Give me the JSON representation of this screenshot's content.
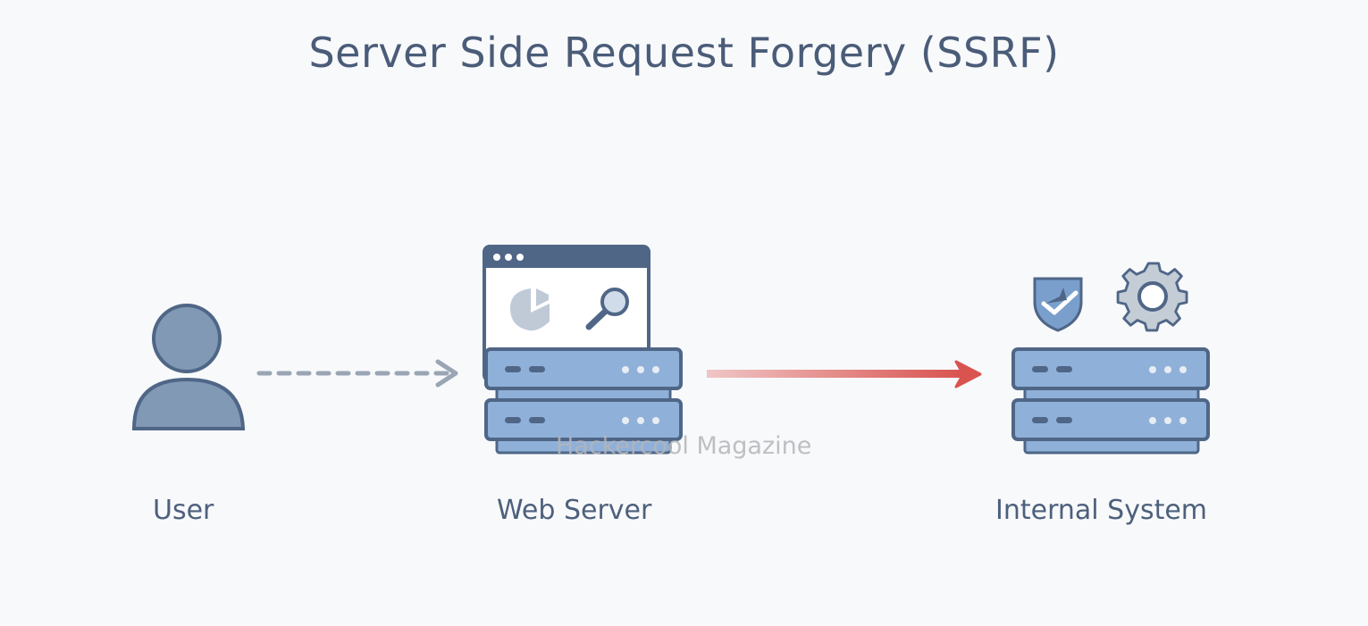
{
  "title": "Server Side Request Forgery (SSRF)",
  "nodes": [
    {
      "id": "user",
      "label": "User",
      "icon": "user-icon"
    },
    {
      "id": "web-server",
      "label": "Web Server",
      "icon": "web-server-icon"
    },
    {
      "id": "internal-system",
      "label": "Internal System",
      "icon": "internal-server-icon"
    }
  ],
  "edges": [
    {
      "from": "user",
      "to": "web-server",
      "style": "dashed",
      "color": "#9aa5b4"
    },
    {
      "from": "web-server",
      "to": "internal-system",
      "style": "solid-gradient",
      "color": "#d9534f"
    }
  ],
  "decorations": {
    "web_server_window": [
      "pie-chart-icon",
      "magnifier-icon"
    ],
    "internal_system": [
      "shield-check-icon",
      "gear-icon"
    ]
  },
  "watermark": "Hackercool Magazine",
  "colors": {
    "stroke": "#4f6687",
    "fill": "#8fb0d9",
    "user_fill": "#8199b5",
    "arrow_red": "#d9534f",
    "arrow_gray": "#9aa5b4"
  }
}
